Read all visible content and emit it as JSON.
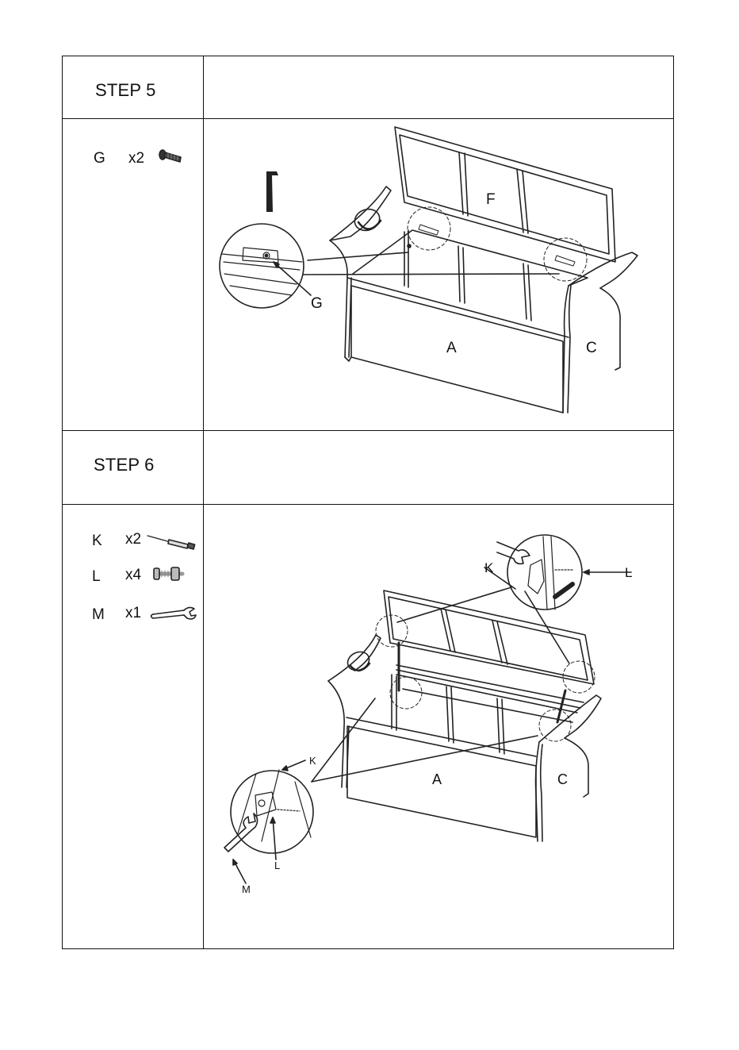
{
  "steps": [
    {
      "title": "STEP 5",
      "parts": [
        {
          "letter": "G",
          "qty": "x2",
          "icon": "bolt-icon"
        }
      ],
      "labels": {
        "lid": "F",
        "front": "A",
        "side": "C",
        "callout": "G"
      }
    },
    {
      "title": "STEP 6",
      "parts": [
        {
          "letter": "K",
          "qty": "x2",
          "icon": "gas-strut-icon"
        },
        {
          "letter": "L",
          "qty": "x4",
          "icon": "bolt-nut-icon"
        },
        {
          "letter": "M",
          "qty": "x1",
          "icon": "wrench-icon"
        }
      ],
      "labels": {
        "front": "A",
        "side": "C",
        "k_top": "K",
        "l_top": "L",
        "k_bottom": "K",
        "l_bottom": "L",
        "m_bottom": "M"
      }
    }
  ]
}
